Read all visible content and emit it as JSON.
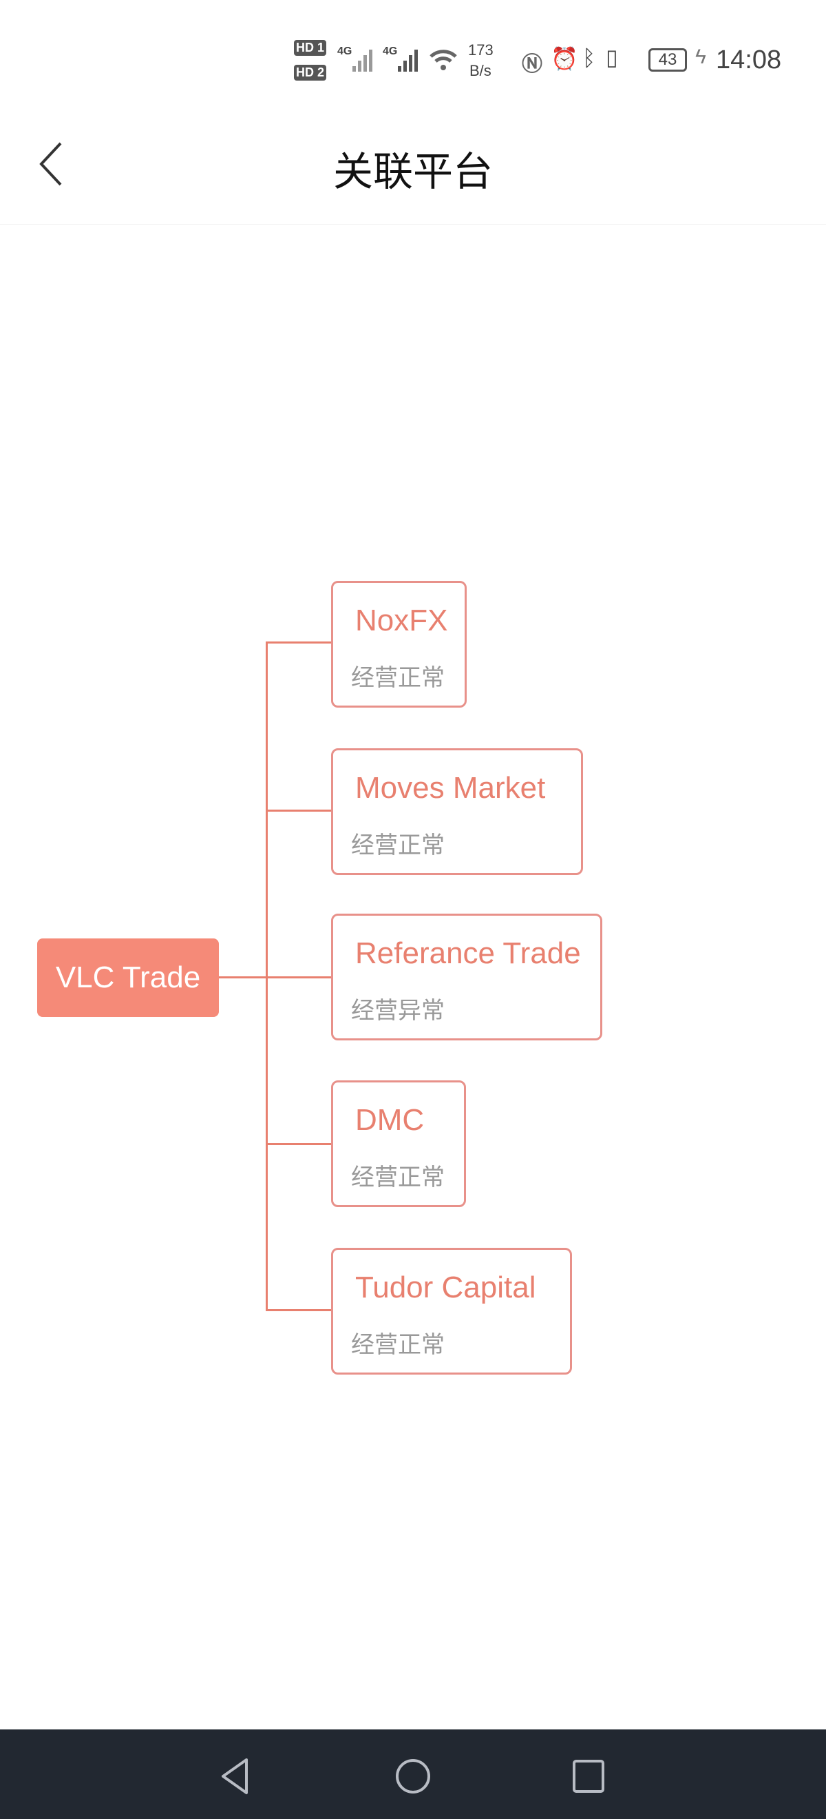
{
  "status_bar": {
    "sim1": "HD 1",
    "sim2": "HD 2",
    "net1": "4G",
    "net2": "4G",
    "speed_value": "173",
    "speed_unit": "B/s",
    "battery": "43",
    "time": "14:08"
  },
  "header": {
    "title": "关联平台"
  },
  "root": {
    "name": "VLC Trade"
  },
  "platforms": [
    {
      "name": "NoxFX",
      "status": "经营正常"
    },
    {
      "name": "Moves Market",
      "status": "经营正常"
    },
    {
      "name": "Referance Trade",
      "status": "经营异常"
    },
    {
      "name": "DMC",
      "status": "经营正常"
    },
    {
      "name": "Tudor Capital",
      "status": "经营正常"
    }
  ],
  "colors": {
    "accent": "#f58a78",
    "node_border": "#e8918a",
    "nav_bg": "#222831"
  }
}
